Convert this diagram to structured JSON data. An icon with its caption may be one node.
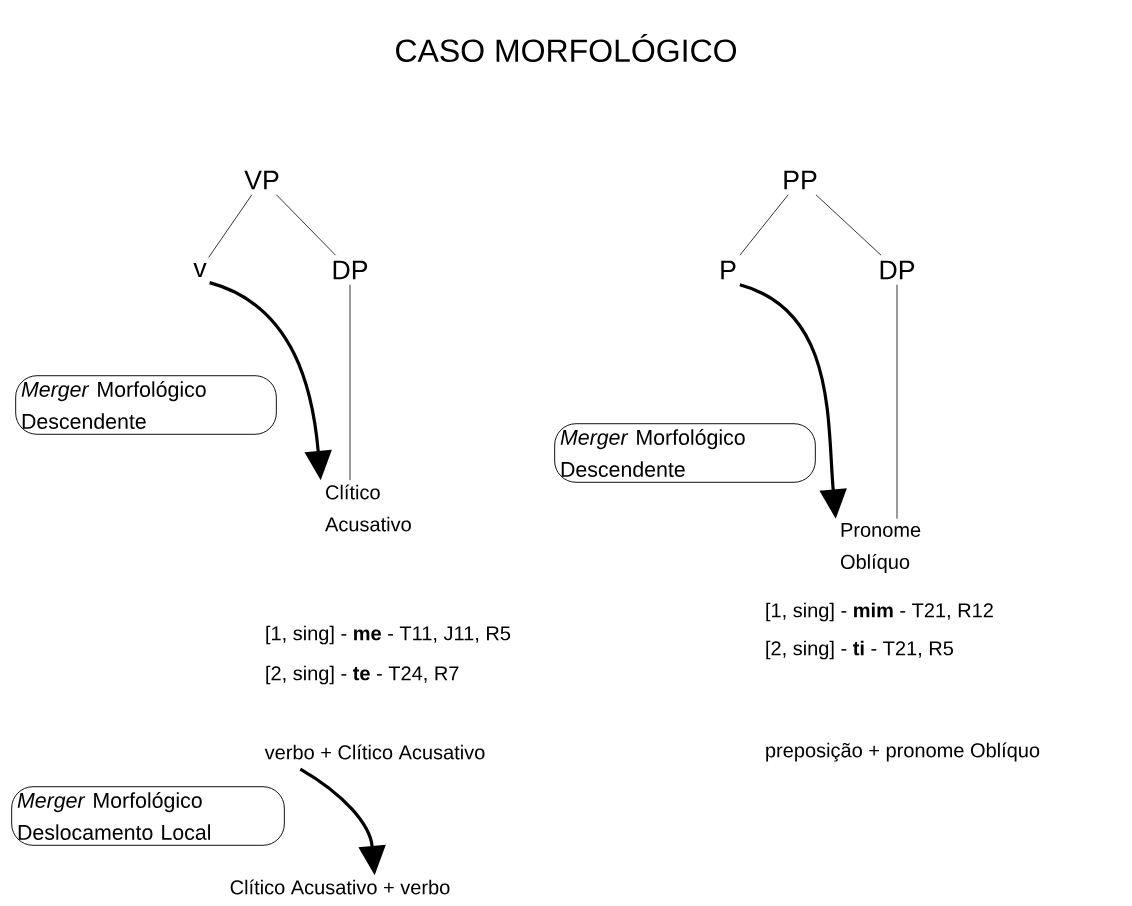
{
  "diagram": {
    "title": "CASO MORFOLÓGICO",
    "nodes": [
      {
        "text": [
          "VP"
        ]
      },
      {
        "text": [
          "v"
        ]
      },
      {
        "text": [
          "DP"
        ]
      },
      {
        "text": [
          "Clítico Acusativo"
        ]
      },
      {
        "text": [
          "*Merger* Morfológico Descendente"
        ]
      },
      {
        "text": [
          "PP"
        ]
      },
      {
        "text": [
          "P"
        ]
      },
      {
        "text": [
          "DP"
        ]
      },
      {
        "text": [
          "Pronome Oblíquo"
        ]
      },
      {
        "text": [
          "*Merger* Morfológico Descendente"
        ]
      },
      {
        "text": [
          "verbo + Clítico Acusativo"
        ]
      },
      {
        "text": [
          "*Merger* Morfológico Deslocamento Local"
        ]
      },
      {
        "text": [
          "Clítico Acusativo + verbo"
        ]
      }
    ],
    "edges": [
      {
        "from": 0,
        "to": 1,
        "arrow": "none"
      },
      {
        "from": 0,
        "to": 2,
        "arrow": "none"
      },
      {
        "from": 2,
        "to": 3,
        "arrow": "none"
      },
      {
        "from": 1,
        "to": 3,
        "arrow": "to",
        "style": "thick"
      },
      {
        "from": 5,
        "to": 6,
        "arrow": "none"
      },
      {
        "from": 5,
        "to": 7,
        "arrow": "none"
      },
      {
        "from": 7,
        "to": 8,
        "arrow": "none"
      },
      {
        "from": 6,
        "to": 8,
        "arrow": "to",
        "style": "thick"
      },
      {
        "from": 10,
        "to": 12,
        "arrow": "to",
        "style": "thick"
      }
    ],
    "labels": [
      "[1, sing] - **me** - T11, J11, R5",
      "[2, sing] - **te** - T24, R7",
      "[1, sing] - **mim** - T21, R12",
      "[2, sing] - **ti** - T21, R5",
      "preposição + pronome Oblíquo"
    ]
  }
}
